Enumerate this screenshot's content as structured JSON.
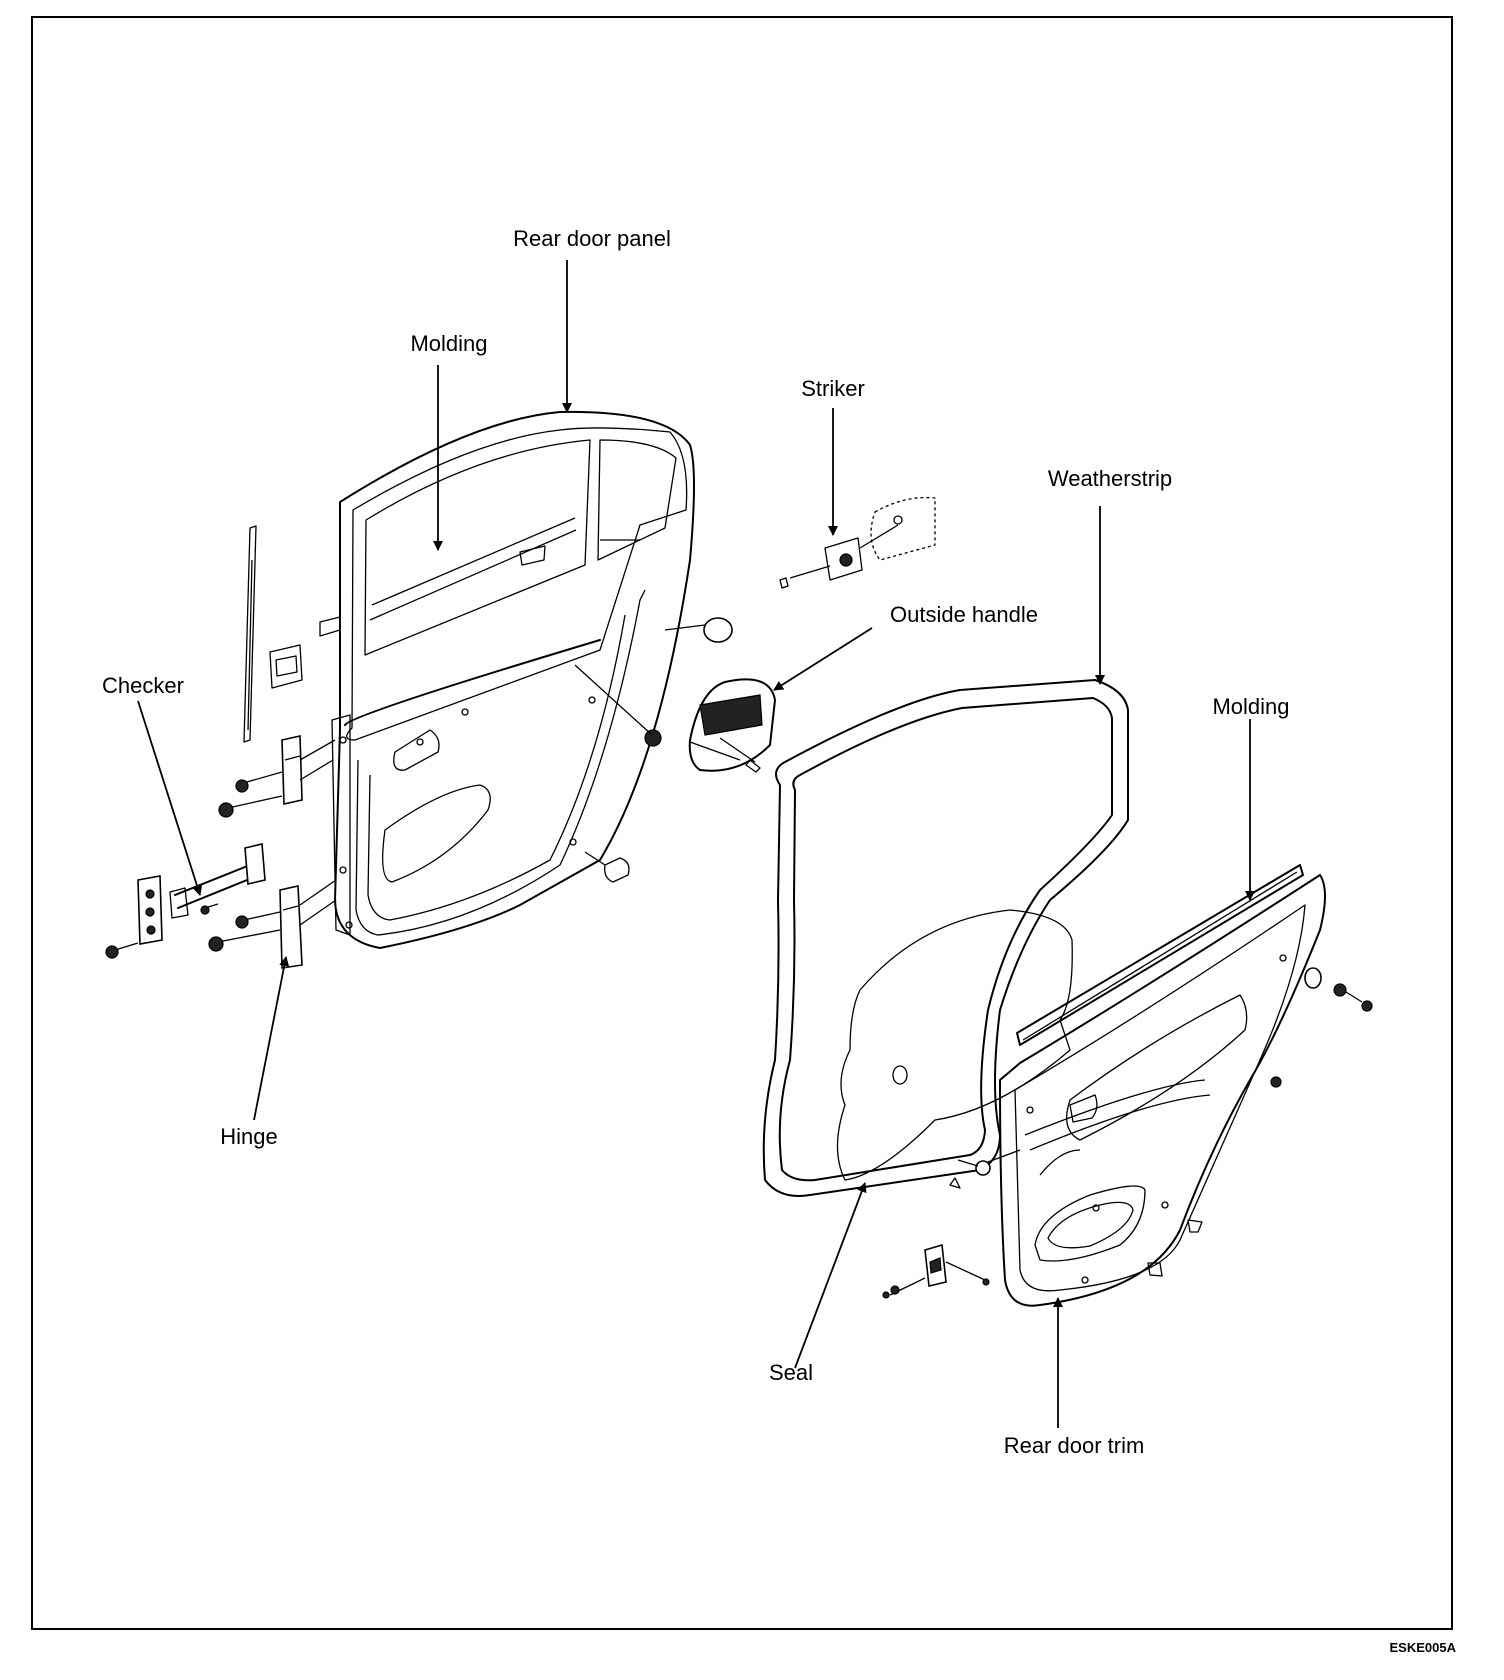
{
  "diagram": {
    "labels": {
      "rear_door_panel": "Rear door panel",
      "molding_upper": "Molding",
      "striker": "Striker",
      "weatherstrip": "Weatherstrip",
      "outside_handle": "Outside handle",
      "checker": "Checker",
      "molding_right": "Molding",
      "hinge": "Hinge",
      "seal": "Seal",
      "rear_door_trim": "Rear door trim"
    },
    "figure_code": "ESKE005A"
  }
}
